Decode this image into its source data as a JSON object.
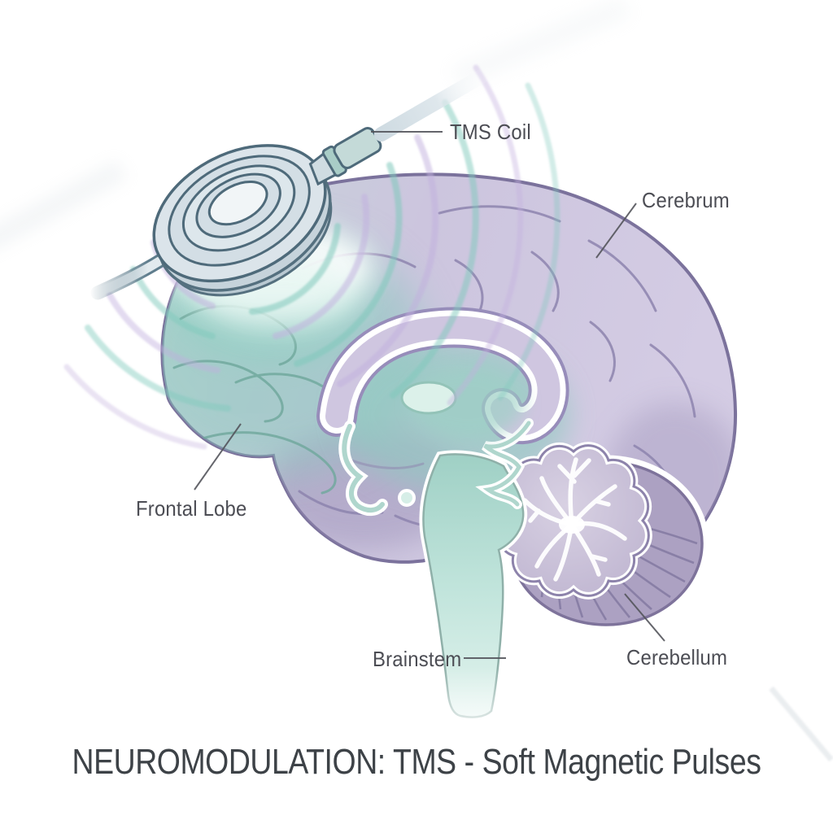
{
  "figure": {
    "title": "NEUROMODULATION: TMS - Soft Magnetic Pulses",
    "labels": {
      "tms_coil": "TMS Coil",
      "cerebrum": "Cerebrum",
      "frontal_lobe": "Frontal Lobe",
      "brainstem": "Brainstem",
      "cerebellum": "Cerebellum"
    },
    "colors": {
      "background": "#ffffff",
      "label_text": "#4c4d54",
      "title_text": "#3d4247",
      "leader_line": "#54555c",
      "pulse_teal": "#7fc9bc",
      "pulse_lavender": "#c2b0de",
      "cerebrum_fill": "#d0c8e0",
      "cerebrum_outline": "#7b729c",
      "frontal_teal_glow": "#85cabc",
      "deep_teal": "#8ecabf",
      "brainstem_fill": "#a5d3c9",
      "cerebellum_outer": "#aca1c2",
      "cerebellum_vermis": "#c6bdd6",
      "corpus_callosum": "#cfc6e0",
      "coil_fill": "#dbe4ea",
      "coil_outline": "#4e6a7a"
    }
  }
}
